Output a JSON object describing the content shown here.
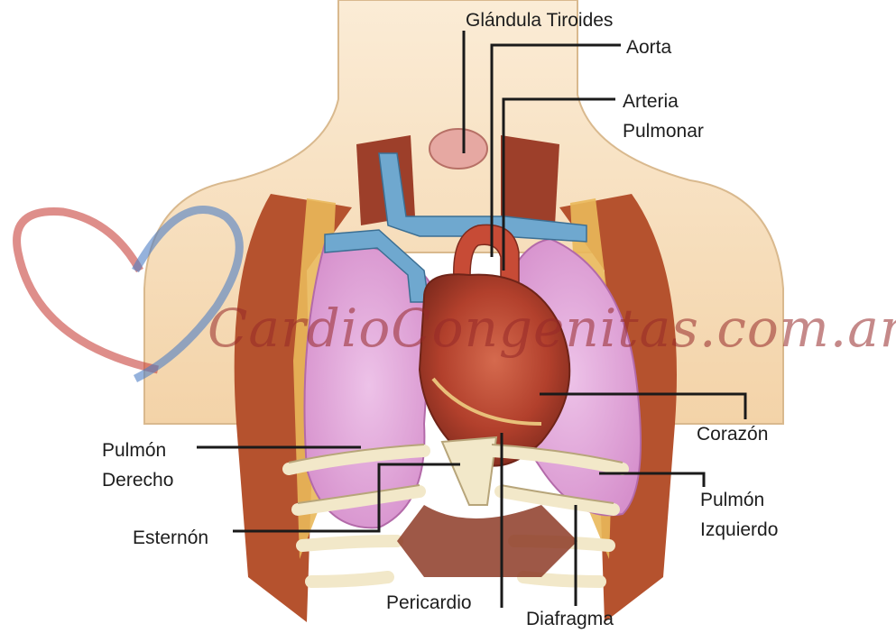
{
  "labels": {
    "tiroides": "Glándula Tiroides",
    "aorta": "Aorta",
    "arteria_line1": "Arteria",
    "arteria_line2": "Pulmonar",
    "pulmon_derecho_line1": "Pulmón",
    "pulmon_derecho_line2": "Derecho",
    "corazon": "Corazón",
    "pulmon_izquierdo_line1": "Pulmón",
    "pulmon_izquierdo_line2": "Izquierdo",
    "esternon": "Esternón",
    "pericardio": "Pericardio",
    "diafragma": "Diafragma"
  },
  "watermark": {
    "text": "CardioCongenitas.com.ar"
  },
  "colors": {
    "skin": "#f6dfc0",
    "muscle": "#a8452e",
    "lung": "#e3a7dc",
    "heart": "#b2402c",
    "vessel_blue": "#6fa8cf",
    "bone": "#f2e8c9",
    "leader_line": "#1a1a1a",
    "watermark_red": "#c8423c",
    "watermark_blue": "#4e7ec4"
  }
}
